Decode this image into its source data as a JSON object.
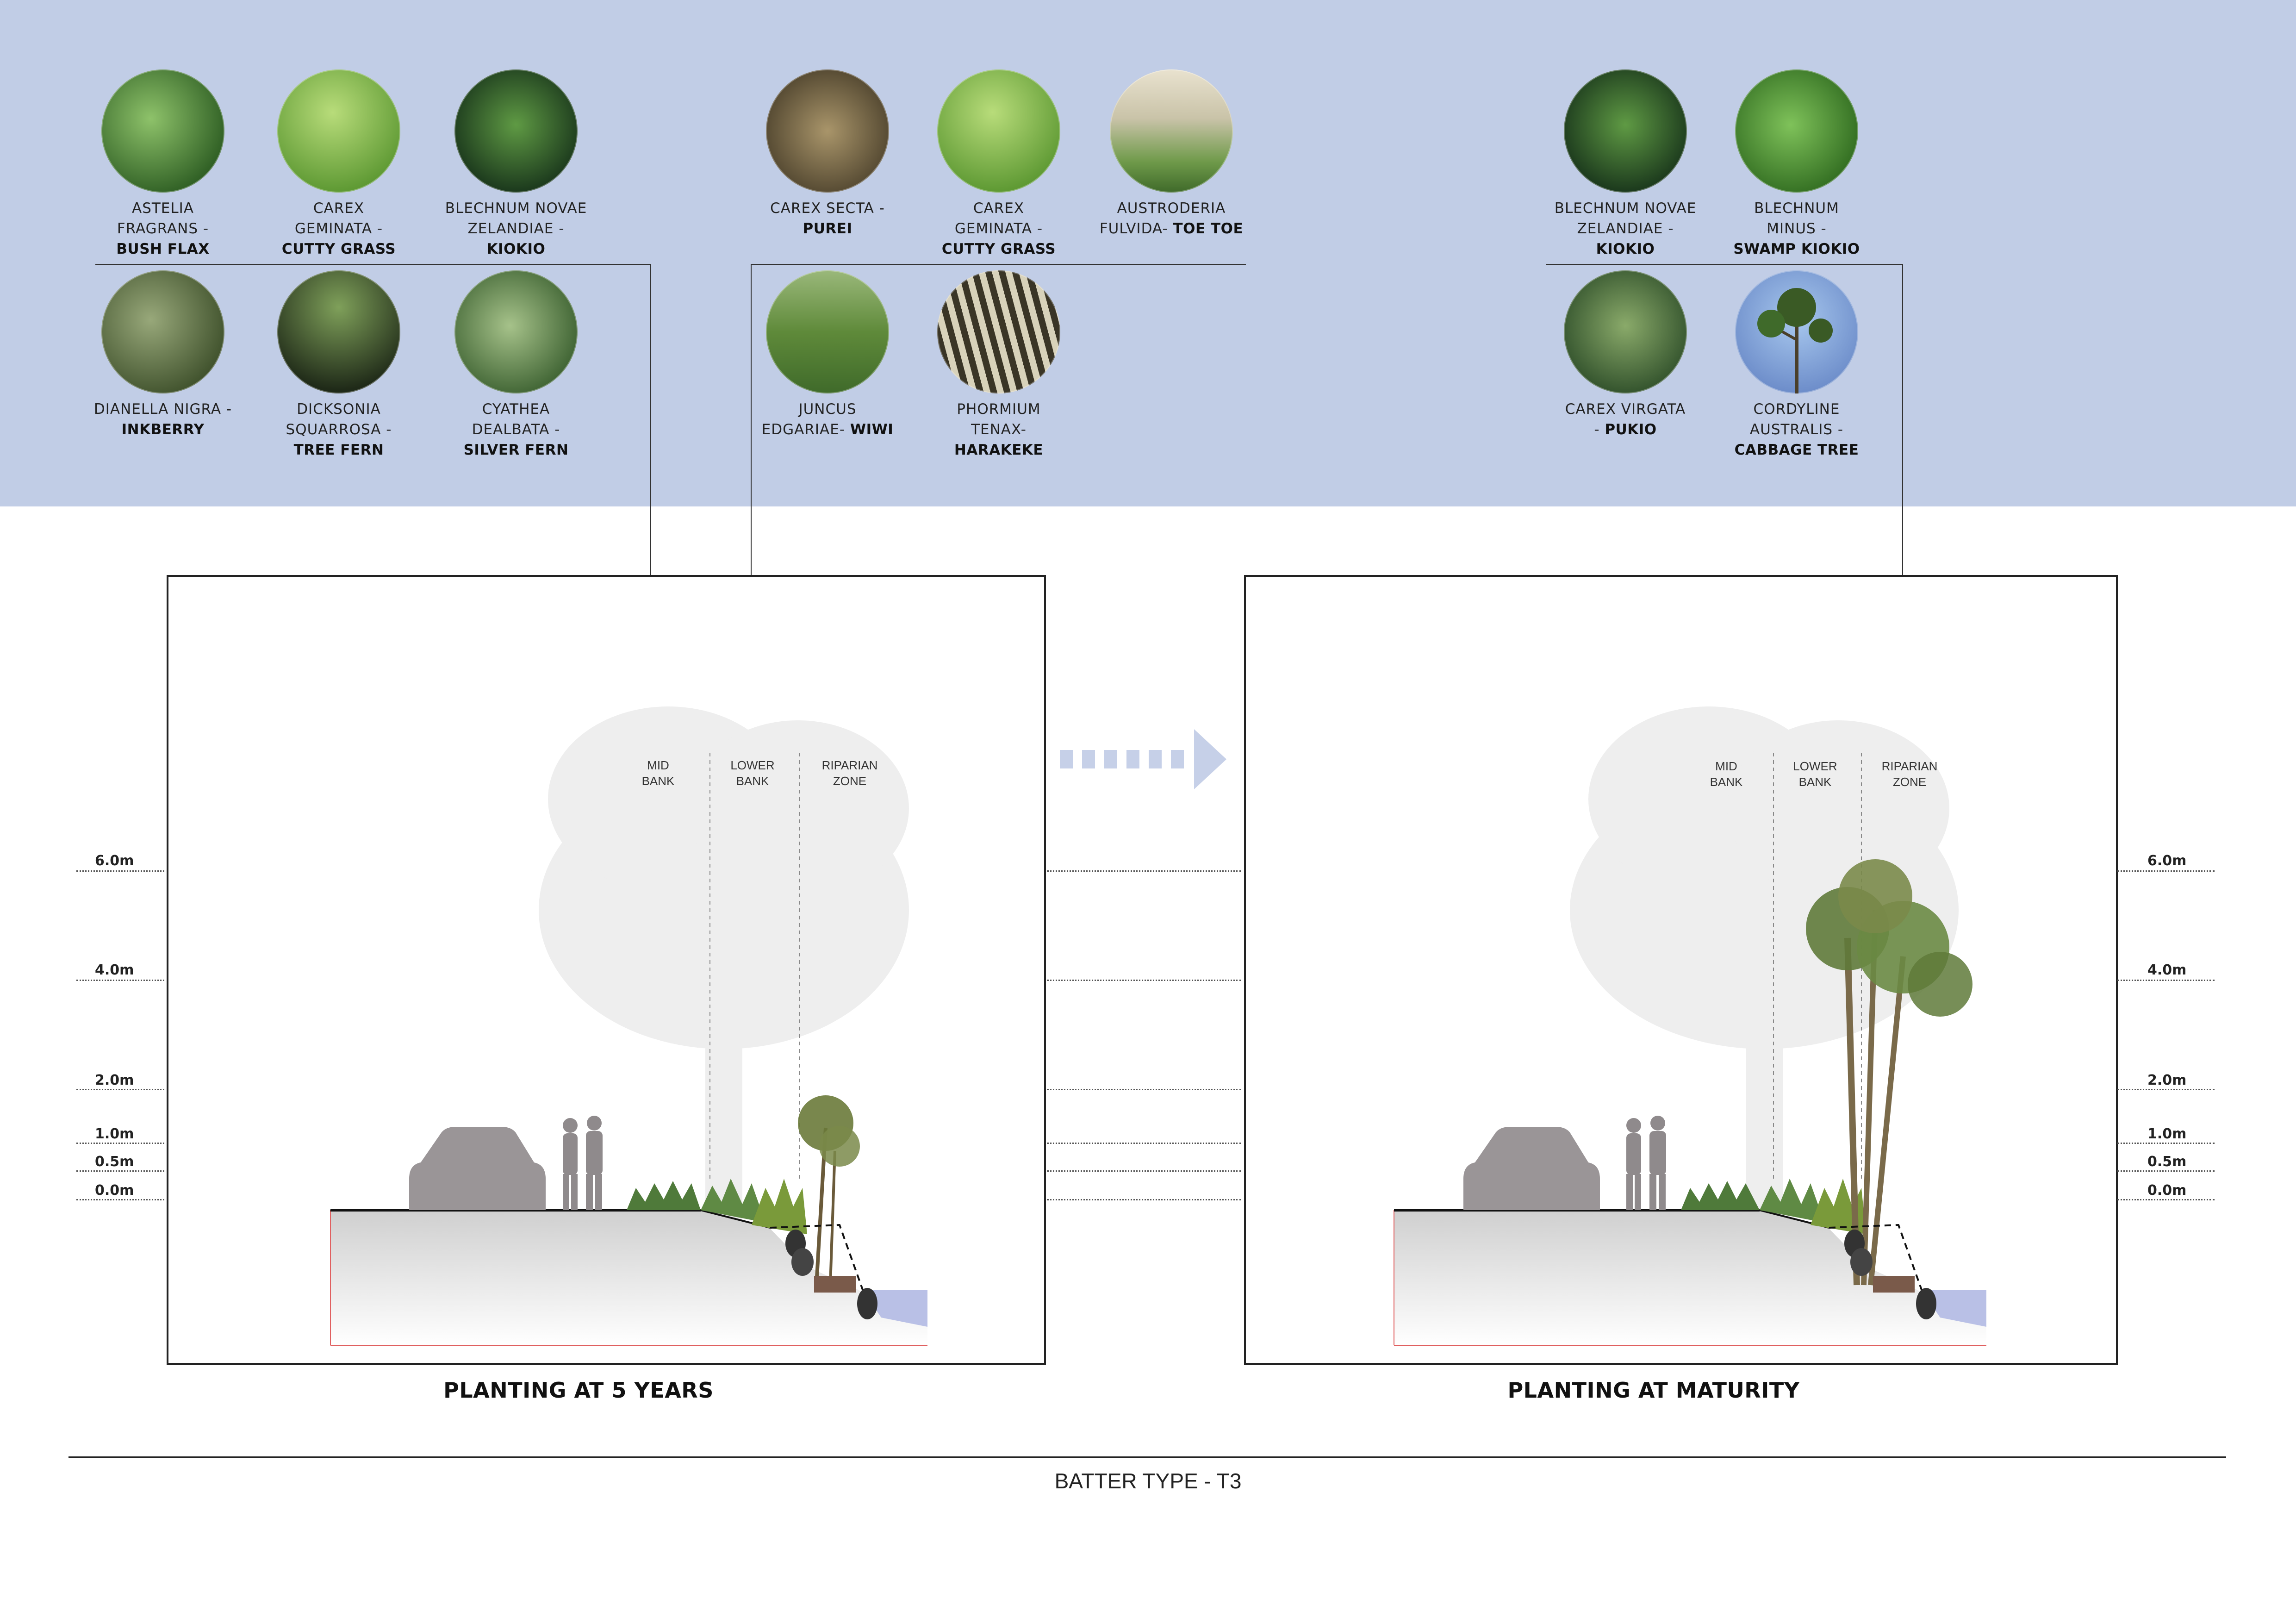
{
  "plants": [
    {
      "id": "astelia",
      "label": "ASTELIA\nFRAGRANS -",
      "common": "BUSH FLAX",
      "color": "#4f8a3c"
    },
    {
      "id": "carex-gem-1",
      "label": "CAREX\nGEMINATA -",
      "common": "CUTTY GRASS",
      "color": "#7fb04a"
    },
    {
      "id": "blechnum-1",
      "label": "BLECHNUM NOVAE\nZELANDIAE -",
      "common": "KIOKIO",
      "color": "#2f6a2a"
    },
    {
      "id": "dianella",
      "label": "DIANELLA NIGRA -",
      "common": "INKBERRY",
      "color": "#5f7a45"
    },
    {
      "id": "dicksonia",
      "label": "DICKSONIA\nSQUARROSA -",
      "common": "TREE FERN",
      "color": "#3c5a2a"
    },
    {
      "id": "cyathea",
      "label": "CYATHEA\nDEALBATA -",
      "common": "SILVER FERN",
      "color": "#5d8a4a"
    },
    {
      "id": "carex-secta",
      "label": "CAREX SECTA -",
      "common": "PUREI",
      "color": "#7a6a48"
    },
    {
      "id": "carex-gem-2",
      "label": "CAREX\nGEMINATA -",
      "common": "CUTTY GRASS",
      "color": "#7fb04a"
    },
    {
      "id": "austroderia",
      "label": "AUSTRODERIA\nFULVIDA-",
      "common": "TOE TOE",
      "color": "#a9b88a"
    },
    {
      "id": "juncus",
      "label": "JUNCUS\nEDGARIAE-",
      "common": "WIWI",
      "color": "#6f9a3c"
    },
    {
      "id": "phormium",
      "label": "PHORMIUM\nTENAX-",
      "common": "HARAKEKE",
      "color": "#8a8066"
    },
    {
      "id": "blechnum-2",
      "label": "BLECHNUM NOVAE\nZELANDIAE -",
      "common": "KIOKIO",
      "color": "#2f6a2a"
    },
    {
      "id": "blechnum-minus",
      "label": "BLECHNUM\nMINUS -",
      "common": "SWAMP KIOKIO",
      "color": "#4f9a36"
    },
    {
      "id": "carex-virgata",
      "label": "CAREX VIRGATA\n-",
      "common": "PUKIO",
      "color": "#4f7a3a"
    },
    {
      "id": "cordyline",
      "label": "CORDYLINE\nAUSTRALIS -",
      "common": "CABBAGE TREE",
      "color": "#4a6a2f"
    }
  ],
  "zones": {
    "mid_bank": "MID\nBANK",
    "lower_bank": "LOWER\nBANK",
    "riparian": "RIPARIAN\nZONE"
  },
  "heights": [
    "6.0m",
    "4.0m",
    "2.0m",
    "1.0m",
    "0.5m",
    "0.0m"
  ],
  "panels": {
    "left_title": "PLANTING AT 5 YEARS",
    "right_title": "PLANTING AT MATURITY"
  },
  "footer": {
    "title": "BATTER TYPE - T3"
  },
  "colors": {
    "band": "#c1cde6",
    "water": "#b9c0e6",
    "arrow": "#c6d0e8"
  }
}
